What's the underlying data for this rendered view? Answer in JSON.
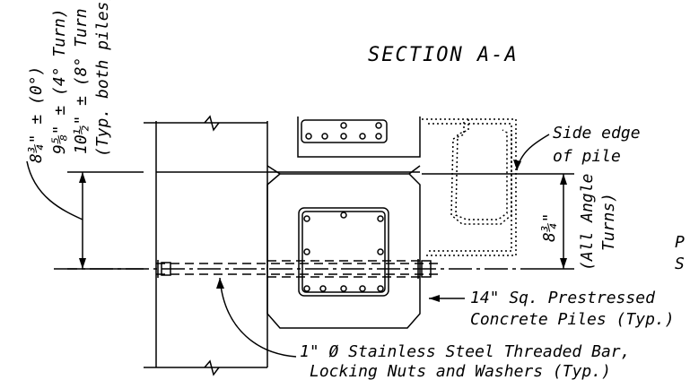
{
  "section_title": "SECTION A-A",
  "dimension_left": {
    "line1": "8¾\" ± (0°)",
    "line2": "9⅝\" ± (4° Turn)",
    "line3": "10½\" ± (8° Turn",
    "line4": "(Typ. both piles)"
  },
  "side_edge_label": {
    "line1": "Side edge",
    "line2": "of pile"
  },
  "dimension_right": {
    "value": "8¾\"",
    "note_line1": "(All Angle",
    "note_line2": "Turns)"
  },
  "pile_label": {
    "line1": "14\" Sq. Prestressed",
    "line2": "Concrete Piles (Typ.)"
  },
  "bar_label": {
    "line1": "1\" Ø Stainless Steel Threaded Bar,",
    "line2": "Locking Nuts and Washers (Typ.)"
  },
  "edge_letters": {
    "p": "P",
    "s": "S"
  }
}
